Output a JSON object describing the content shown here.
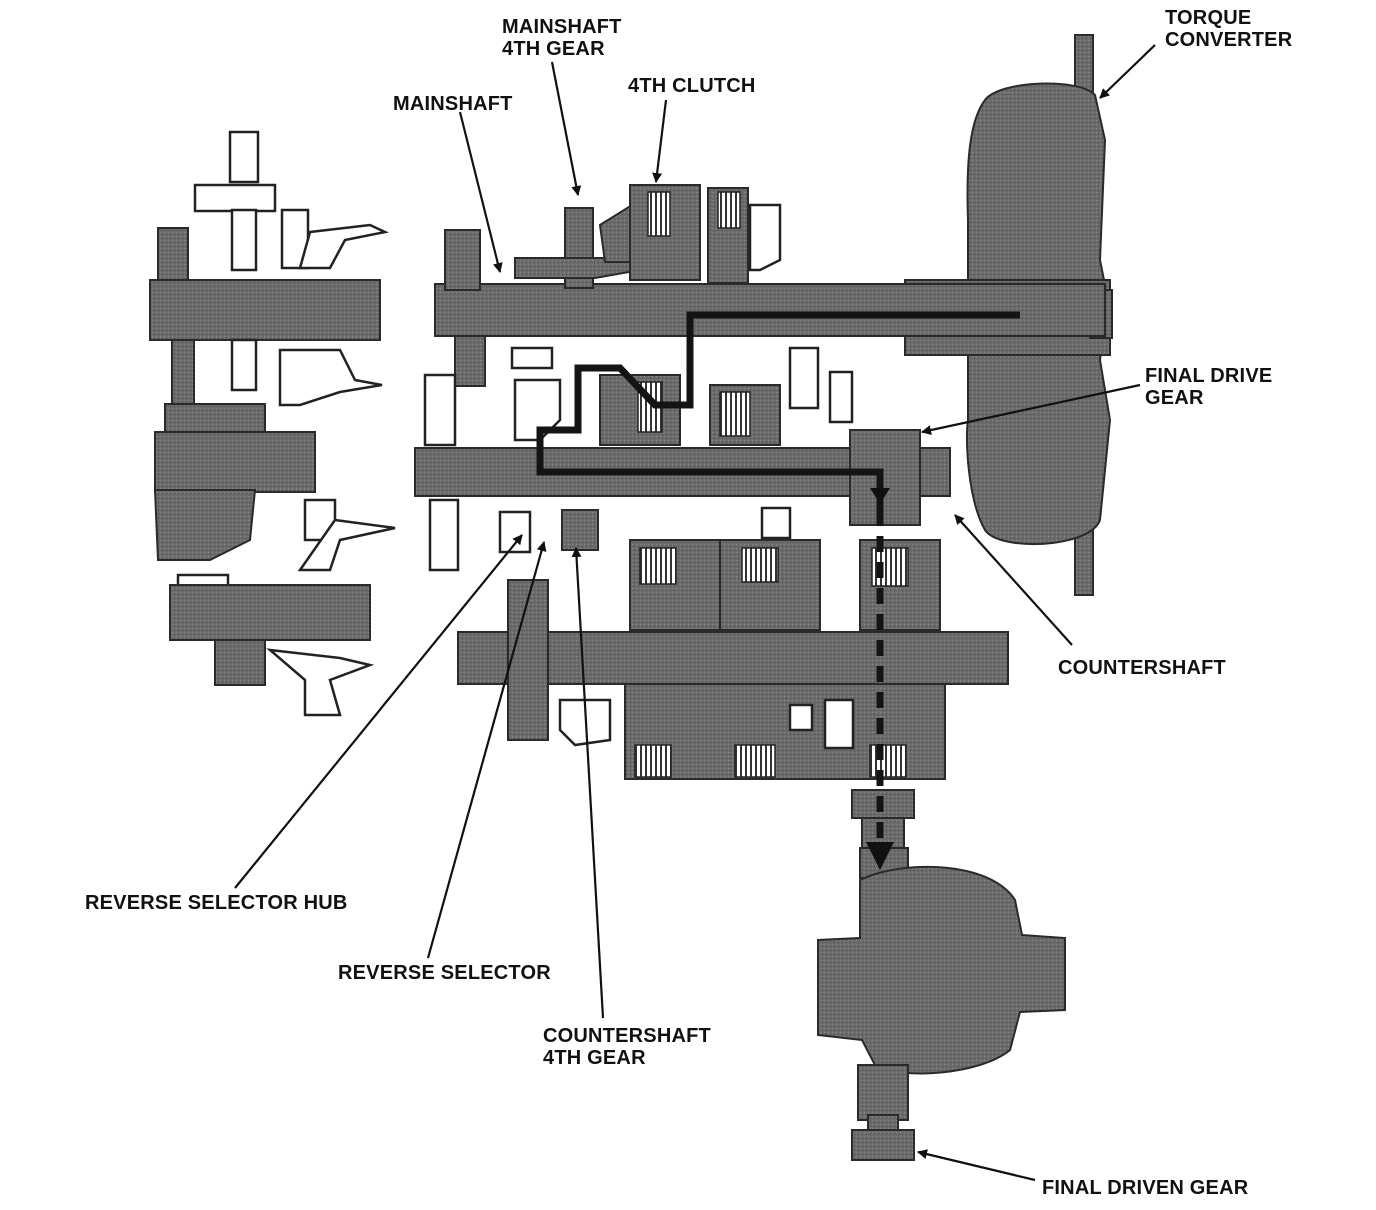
{
  "diagram": {
    "labels": {
      "torque_converter": [
        "TORQUE",
        "CONVERTER"
      ],
      "mainshaft_4th_gear": [
        "MAINSHAFT",
        "4TH GEAR"
      ],
      "fourth_clutch": [
        "4TH CLUTCH"
      ],
      "mainshaft": [
        "MAINSHAFT"
      ],
      "final_drive_gear": [
        "FINAL DRIVE",
        "GEAR"
      ],
      "countershaft": [
        "COUNTERSHAFT"
      ],
      "reverse_selector_hub": [
        "REVERSE SELECTOR HUB"
      ],
      "reverse_selector": [
        "REVERSE SELECTOR"
      ],
      "countershaft_4th_gear": [
        "COUNTERSHAFT",
        "4TH GEAR"
      ],
      "final_driven_gear": [
        "FINAL DRIVEN GEAR"
      ]
    },
    "colors": {
      "component_fill": "#6e6e6e",
      "outline": "#2a2a2a",
      "power_flow": "#141414",
      "text": "#111111"
    },
    "power_flow": {
      "style": "solid-then-dashed",
      "arrow_icon": "arrow-down-icon"
    }
  }
}
